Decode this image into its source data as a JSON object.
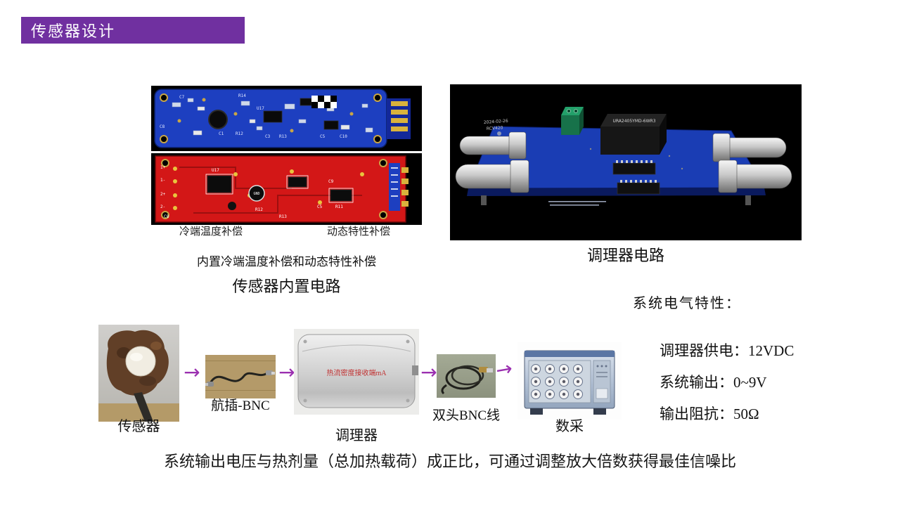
{
  "slide": {
    "title": "传感器设计",
    "footer": "系统输出电压与热剂量（总加热载荷）成正比，可通过调整放大倍数获得最佳信噪比",
    "accent_color": "#7030a0"
  },
  "pcb_panel": {
    "caption_line1": "内置冷端温度补偿和动态特性补偿",
    "caption_line2": "传感器内置电路",
    "label_cold": "冷端温度补偿",
    "label_dynamic": "动态特性补偿",
    "blue_silkscreen": [
      "C7",
      "R14",
      "U17",
      "C1",
      "R12",
      "C3",
      "R13",
      "C5",
      "C10",
      "C8"
    ],
    "red_silkscreen": [
      "U17",
      "R12",
      "C9",
      "C5",
      "R11",
      "C8",
      "R13"
    ],
    "red_pins": [
      "1+",
      "1-",
      "2+",
      "2-"
    ],
    "gnd_label": "GND"
  },
  "conditioner_board": {
    "caption": "调理器电路",
    "module_label": "URA2405YMD-6WR3",
    "board_date": "2024-02-26",
    "board_model": "RCV420"
  },
  "flow": {
    "arrow_glyph": "→",
    "sensor_label": "传感器",
    "cable1_label": "航插-BNC",
    "conditioner_label": "调理器",
    "conditioner_panel_text": "热流密度接收端mA",
    "cable2_label": "双头BNC线",
    "daq_label": "数采"
  },
  "specs": {
    "title": "系统电气特性：",
    "lines": [
      "调理器供电：12VDC",
      "系统输出：0~9V",
      "输出阻抗：50Ω"
    ]
  }
}
